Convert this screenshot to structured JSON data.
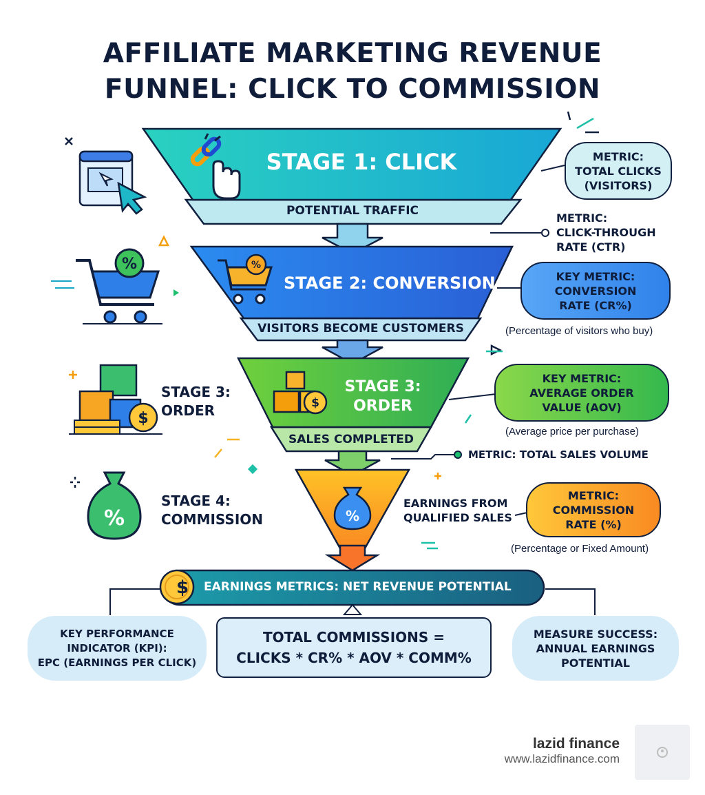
{
  "title": {
    "line1": "AFFILIATE MARKETING REVENUE",
    "line2": "FUNNEL: CLICK TO COMMISSION"
  },
  "stages": [
    {
      "heading": "STAGE 1: CLICK",
      "band": "POTENTIAL TRAFFIC",
      "color": "#1fb8c8"
    },
    {
      "heading": "STAGE 2: CONVERSION",
      "band": "VISITORS BECOME CUSTOMERS",
      "color": "#2a7fe0"
    },
    {
      "heading_line1": "STAGE 3:",
      "heading_line2": "ORDER",
      "band": "SALES COMPLETED",
      "color": "#4cc04a"
    },
    {
      "color": "#f7a623"
    }
  ],
  "side_labels": {
    "stage3_line1": "STAGE 3:",
    "stage3_line2": "ORDER",
    "stage4_line1": "STAGE 4:",
    "stage4_line2": "COMMISSION"
  },
  "metrics": {
    "total_clicks": {
      "line1": "METRIC:",
      "line2": "TOTAL CLICKS",
      "line3": "(VISITORS)"
    },
    "ctr": {
      "line1": "METRIC:",
      "line2": "CLICK-THROUGH",
      "line3": "RATE (CTR)"
    },
    "cr": {
      "line1": "KEY METRIC:",
      "line2": "CONVERSION",
      "line3": "RATE (CR%)",
      "note": "(Percentage of visitors who buy)"
    },
    "aov": {
      "line1": "KEY METRIC:",
      "line2": "AVERAGE ORDER",
      "line3": "VALUE (AOV)",
      "note": "(Average price per purchase)"
    },
    "sales_volume": "METRIC: TOTAL SALES VOLUME",
    "earnings": {
      "line1": "EARNINGS FROM",
      "line2": "QUALIFIED SALES"
    },
    "commission": {
      "line1": "METRIC:",
      "line2": "COMMISSION",
      "line3": "RATE (%)",
      "note": "(Percentage or Fixed Amount)"
    }
  },
  "earnings_bar": {
    "label": "EARNINGS METRICS: NET REVENUE POTENTIAL",
    "coin": "$"
  },
  "bottom": {
    "kpi": {
      "line1": "KEY PERFORMANCE",
      "line2": "INDICATOR (KPI):",
      "line3": "EPC (EARNINGS PER CLICK)"
    },
    "formula": {
      "line1": "TOTAL COMMISSIONS =",
      "line2": "CLICKS * CR% * AOV * COMM%"
    },
    "success": {
      "line1": "MEASURE SUCCESS:",
      "line2": "ANNUAL EARNINGS",
      "line3": "POTENTIAL"
    }
  },
  "brand": {
    "name": "lazid finance",
    "url": "www.lazidfinance.com"
  },
  "icons": [
    "browser-cursor-icon",
    "link-click-icon",
    "shopping-cart-icon",
    "boxes-coin-icon",
    "money-bag-icon",
    "dollar-coin-icon"
  ]
}
